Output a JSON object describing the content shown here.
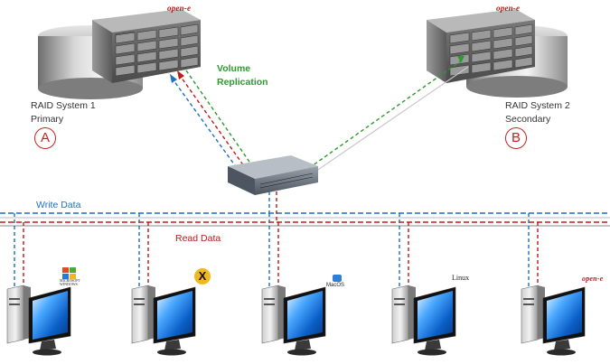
{
  "raid1": {
    "brand": "open-e",
    "title": "RAID System 1",
    "role": "Primary",
    "tag": "A"
  },
  "raid2": {
    "brand": "open-e",
    "title": "RAID System 2",
    "role": "Secondary",
    "tag": "B"
  },
  "replication": {
    "line1": "Volume",
    "line2": "Replication"
  },
  "buses": {
    "write": "Write Data",
    "read": "Read Data"
  },
  "clients": [
    {
      "os": "Windows",
      "logo_text": "MICROSOFT WINDOWS"
    },
    {
      "os": "X",
      "logo_text": "X"
    },
    {
      "os": "MacOS",
      "logo_text": "MacOS"
    },
    {
      "os": "Linux",
      "logo_text": "Linux"
    },
    {
      "os": "open-e",
      "logo_text": "open-e"
    }
  ],
  "colors": {
    "write": "#1f6fc4",
    "read": "#c01818",
    "replication": "#2e9a2e",
    "tag": "#c82020"
  }
}
